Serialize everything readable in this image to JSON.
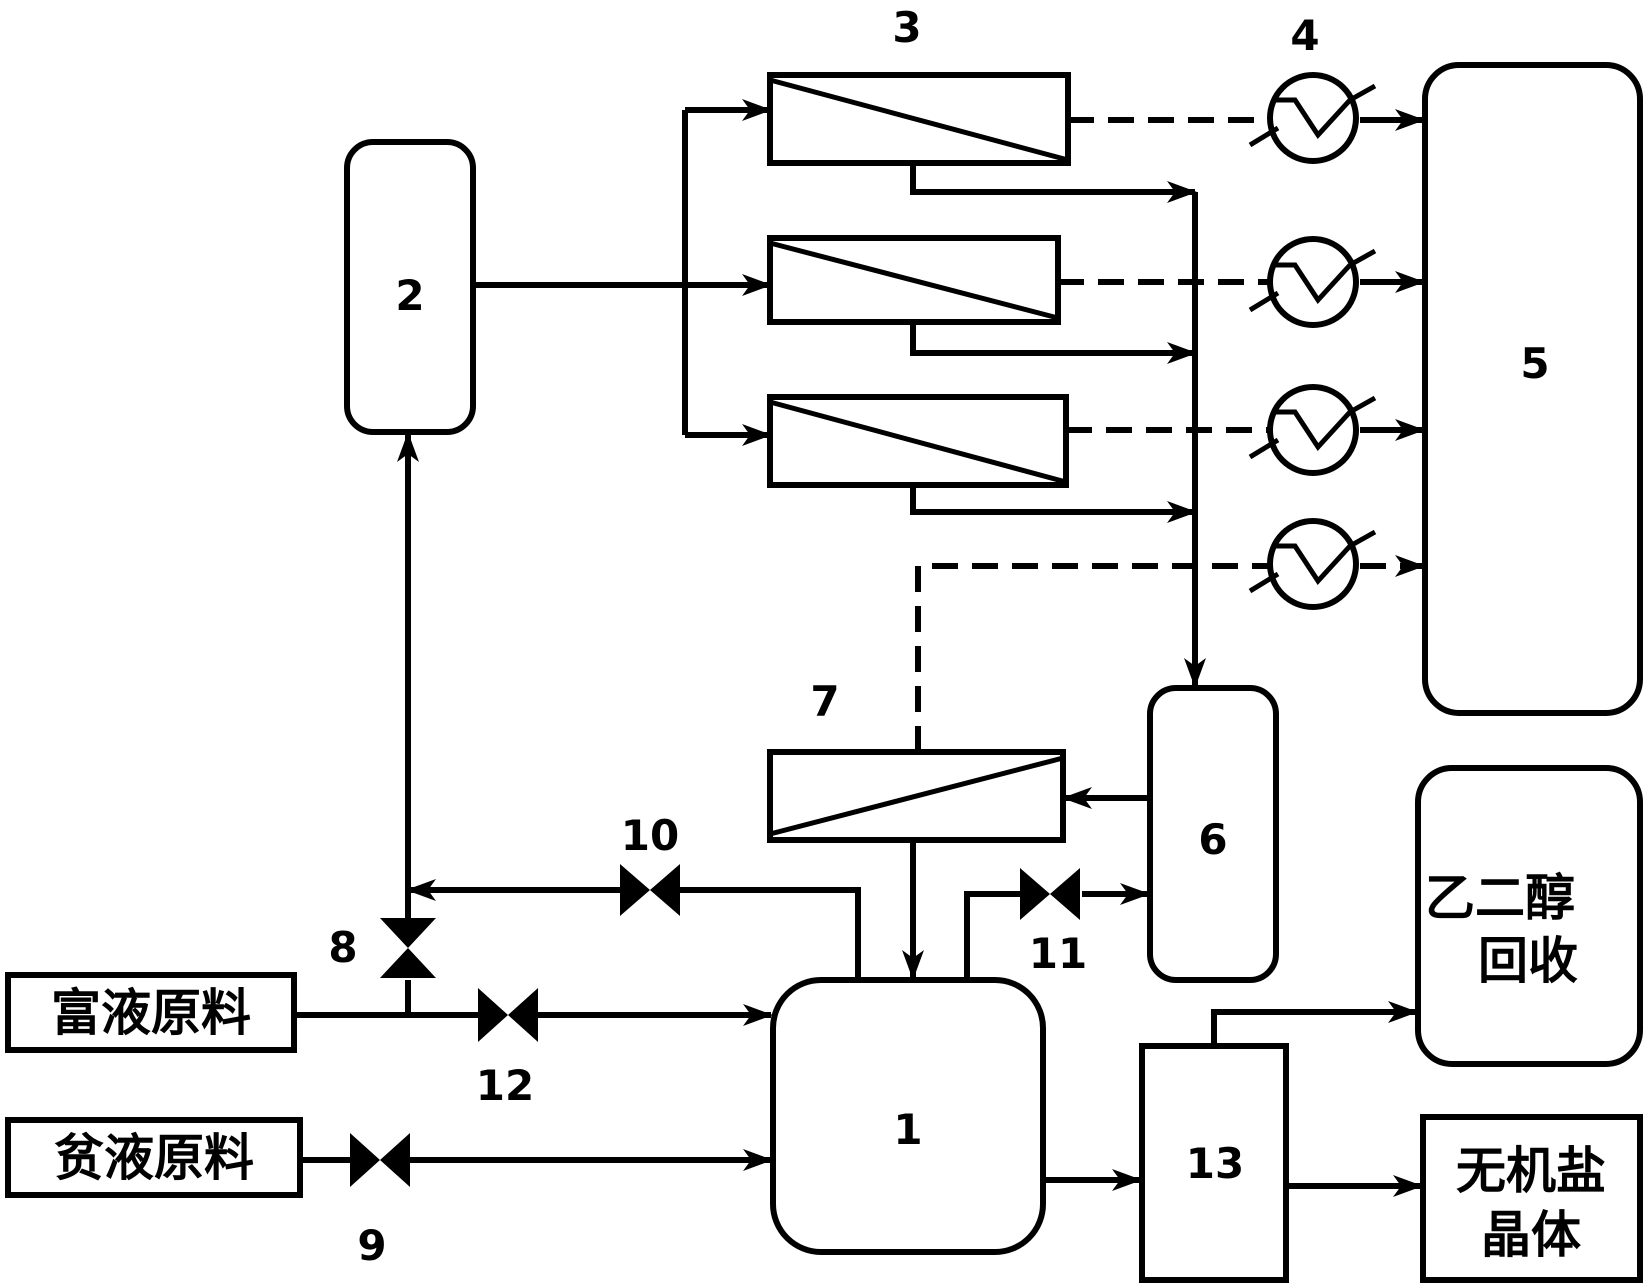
{
  "labels": {
    "n1": "1",
    "n2": "2",
    "n3": "3",
    "n4": "4",
    "n5": "5",
    "n6": "6",
    "n7": "7",
    "n8": "8",
    "n9": "9",
    "n10": "10",
    "n11": "11",
    "n12": "12",
    "n13": "13"
  },
  "boxes": {
    "rich_feed": "富液原料",
    "lean_feed": "贫液原料",
    "glycol_line1": "乙二",
    "glycol_char1": "醇",
    "glycol_line2": "回收",
    "salt_line1": "无机盐",
    "salt_line2": "晶体"
  },
  "colors": {
    "line": "#000000",
    "background": "#ffffff"
  }
}
